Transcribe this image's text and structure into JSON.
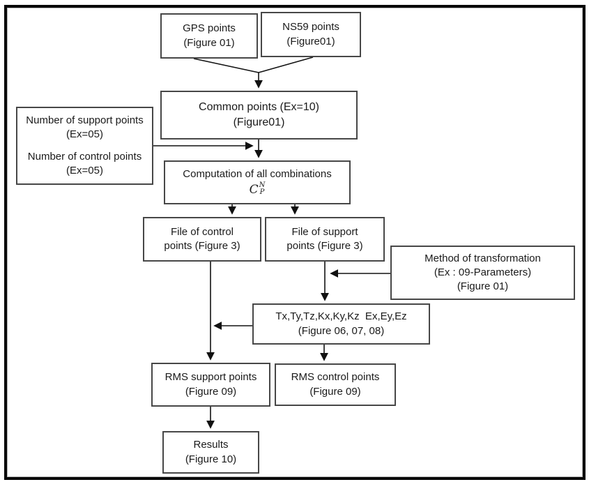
{
  "boxes": {
    "gps": {
      "line1": "GPS points",
      "line2": "(Figure 01)"
    },
    "ns59": {
      "line1": "NS59 points",
      "line2": "(Figure01)"
    },
    "common": {
      "line1": "Common points (Ex=10)",
      "line2": "(Figure01)"
    },
    "numbers": {
      "para1": "Number of support points (Ex=05)",
      "para2": "Number of control points (Ex=05)"
    },
    "computation": {
      "line1": "Computation of all combinations",
      "formula_base": "C",
      "formula_sup": "N",
      "formula_sub": "P"
    },
    "file_control": {
      "line1": "File of control",
      "line2": "points (Figure 3)"
    },
    "file_support": {
      "line1": "File of support",
      "line2": "points (Figure 3)"
    },
    "method": {
      "line1": "Method of transformation",
      "line2": "(Ex : 09-Parameters)",
      "line3": "(Figure 01)"
    },
    "parameters": {
      "line1": "Tx,Ty,Tz,Kx,Ky,Kz  Ex,Ey,Ez",
      "line2": "(Figure 06, 07, 08)"
    },
    "rms_support": {
      "line1": "RMS support points",
      "line2": "(Figure 09)"
    },
    "rms_control": {
      "line1": "RMS control points",
      "line2": "(Figure 09)"
    },
    "results": {
      "line1": "Results",
      "line2": "(Figure 10)"
    }
  },
  "colors": {
    "box_border": "#474747",
    "edge_line": "#111111",
    "outer_frame": "#060606",
    "background": "#ffffff",
    "text": "#1a1a1a"
  }
}
